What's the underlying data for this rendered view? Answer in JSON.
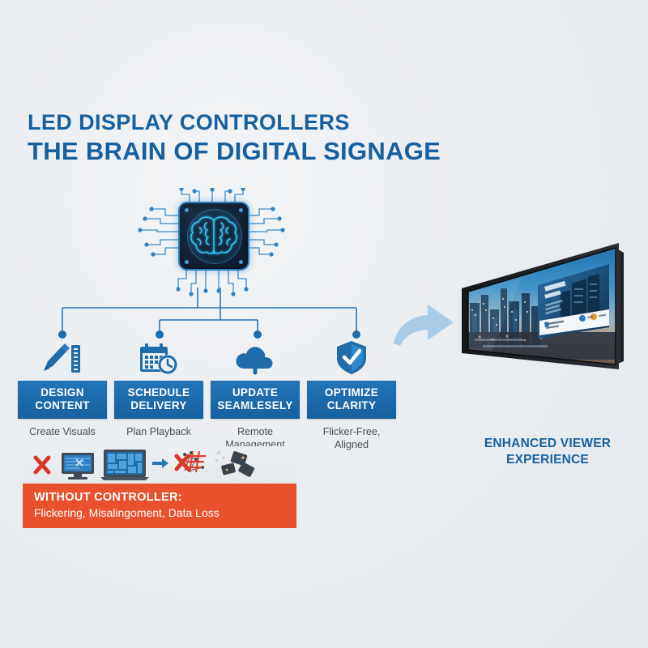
{
  "theme": {
    "background": "#e9ecf0",
    "brand_blue": "#17609f",
    "button_blue": "#1e6eb2",
    "accent_cyan": "#35c6f4",
    "warning_red": "#e8512c",
    "arrow_blue": "#a8cce8",
    "caption_gray": "#4a4f55"
  },
  "header": {
    "line1": "LED DISPLAY CONTROLLERS",
    "line2": "THE BRAIN OF DIGITAL SIGNAGE"
  },
  "hub": {
    "icon": "brain-chip-icon",
    "label": "Controller chip with brain"
  },
  "features": [
    {
      "icon": "pencil-ruler-icon",
      "title_line1": "DESIGN",
      "title_line2": "CONTENT",
      "caption_line1": "Create Visuals",
      "caption_line2": ""
    },
    {
      "icon": "calendar-clock-icon",
      "title_line1": "SCHEDULE",
      "title_line2": "DELIVERY",
      "caption_line1": "Plan Playback",
      "caption_line2": ""
    },
    {
      "icon": "cloud-upload-icon",
      "title_line1": "UPDATE",
      "title_line2": "SEAMLESELY",
      "caption_line1": "Remote",
      "caption_line2": "Management"
    },
    {
      "icon": "shield-check-icon",
      "title_line1": "OPTIMIZE",
      "title_line2": "CLARITY",
      "caption_line1": "Flicker-Free,",
      "caption_line2": "Aligned"
    }
  ],
  "warning": {
    "icons": [
      "red-x-icon",
      "monitor-glitch-icon",
      "laptop-grid-icon",
      "blue-arrow-icon",
      "red-x-network-icon",
      "broken-tiles-icon"
    ],
    "title": "WITHOUT CONTROLLER:",
    "subtitle": "Flickering, Misalingoment, Data Loss"
  },
  "flow": {
    "arrow_icon": "curved-right-arrow-icon"
  },
  "outcome": {
    "device_icon": "led-display-icon",
    "screen_content": "city-skyline-advertisement",
    "caption_line1": "ENHANCED VIEWER",
    "caption_line2": "EXPERIENCE"
  }
}
